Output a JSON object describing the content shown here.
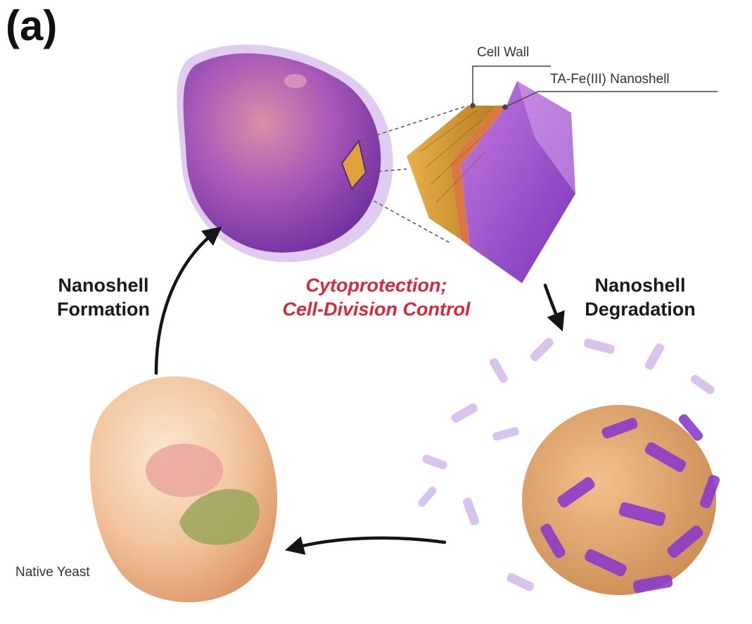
{
  "panel_label": "(a)",
  "labels": {
    "cell_wall": "Cell Wall",
    "nanoshell_layer": "TA-Fe(III) Nanoshell",
    "native_yeast": "Native Yeast"
  },
  "steps": {
    "formation_line1": "Nanoshell",
    "formation_line2": "Formation",
    "degradation_line1": "Nanoshell",
    "degradation_line2": "Degradation"
  },
  "function_text": {
    "line1": "Cytoprotection;",
    "line2": "Cell-Division Control"
  },
  "colors": {
    "shell_purple": "#8e3fc4",
    "cell_wall_orange": "#e0a238",
    "yeast_peach": "#f0b98a",
    "function_text_red": "#d6283a"
  }
}
